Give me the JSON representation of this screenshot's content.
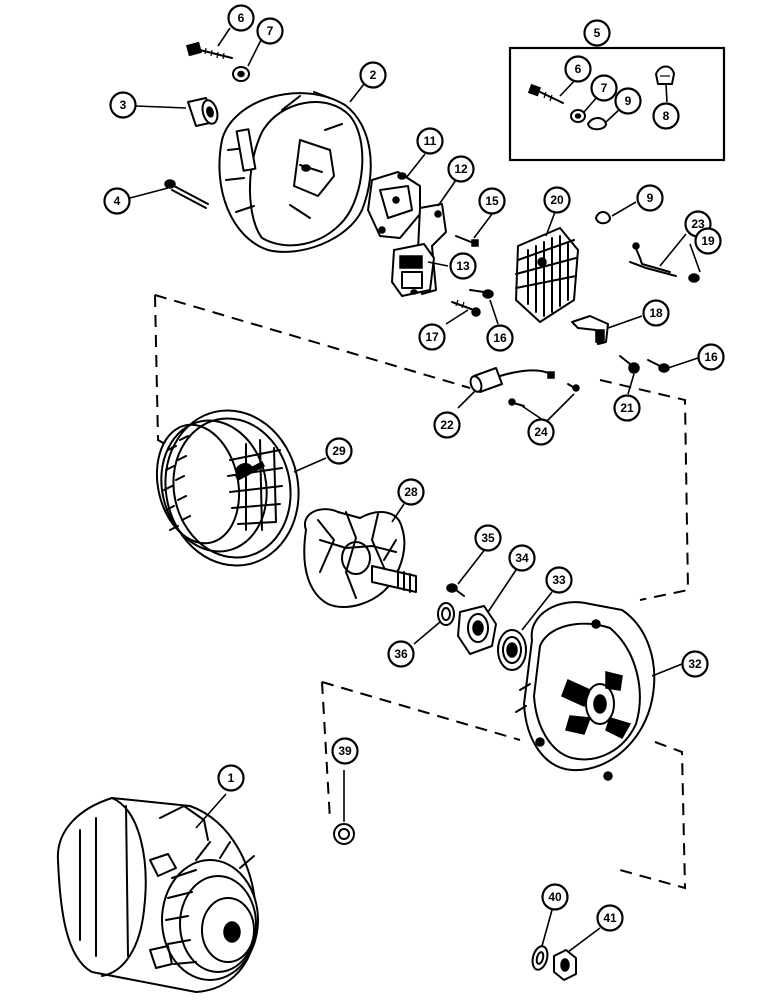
{
  "callouts": [
    {
      "id": "c6a",
      "label": "6"
    },
    {
      "id": "c7a",
      "label": "7"
    },
    {
      "id": "c2",
      "label": "2"
    },
    {
      "id": "c3",
      "label": "3"
    },
    {
      "id": "c4",
      "label": "4"
    },
    {
      "id": "c5",
      "label": "5"
    },
    {
      "id": "c6b",
      "label": "6"
    },
    {
      "id": "c7b",
      "label": "7"
    },
    {
      "id": "c9a",
      "label": "9"
    },
    {
      "id": "c8",
      "label": "8"
    },
    {
      "id": "c11",
      "label": "11"
    },
    {
      "id": "c12",
      "label": "12"
    },
    {
      "id": "c13",
      "label": "13"
    },
    {
      "id": "c15",
      "label": "15"
    },
    {
      "id": "c20",
      "label": "20"
    },
    {
      "id": "c9b",
      "label": "9"
    },
    {
      "id": "c23",
      "label": "23"
    },
    {
      "id": "c19",
      "label": "19"
    },
    {
      "id": "c17",
      "label": "17"
    },
    {
      "id": "c16a",
      "label": "16"
    },
    {
      "id": "c18",
      "label": "18"
    },
    {
      "id": "c16b",
      "label": "16"
    },
    {
      "id": "c22",
      "label": "22"
    },
    {
      "id": "c24",
      "label": "24"
    },
    {
      "id": "c21",
      "label": "21"
    },
    {
      "id": "c29",
      "label": "29"
    },
    {
      "id": "c28",
      "label": "28"
    },
    {
      "id": "c35",
      "label": "35"
    },
    {
      "id": "c34",
      "label": "34"
    },
    {
      "id": "c33",
      "label": "33"
    },
    {
      "id": "c36",
      "label": "36"
    },
    {
      "id": "c32",
      "label": "32"
    },
    {
      "id": "c39",
      "label": "39"
    },
    {
      "id": "c1",
      "label": "1"
    },
    {
      "id": "c40",
      "label": "40"
    },
    {
      "id": "c41",
      "label": "41"
    }
  ]
}
